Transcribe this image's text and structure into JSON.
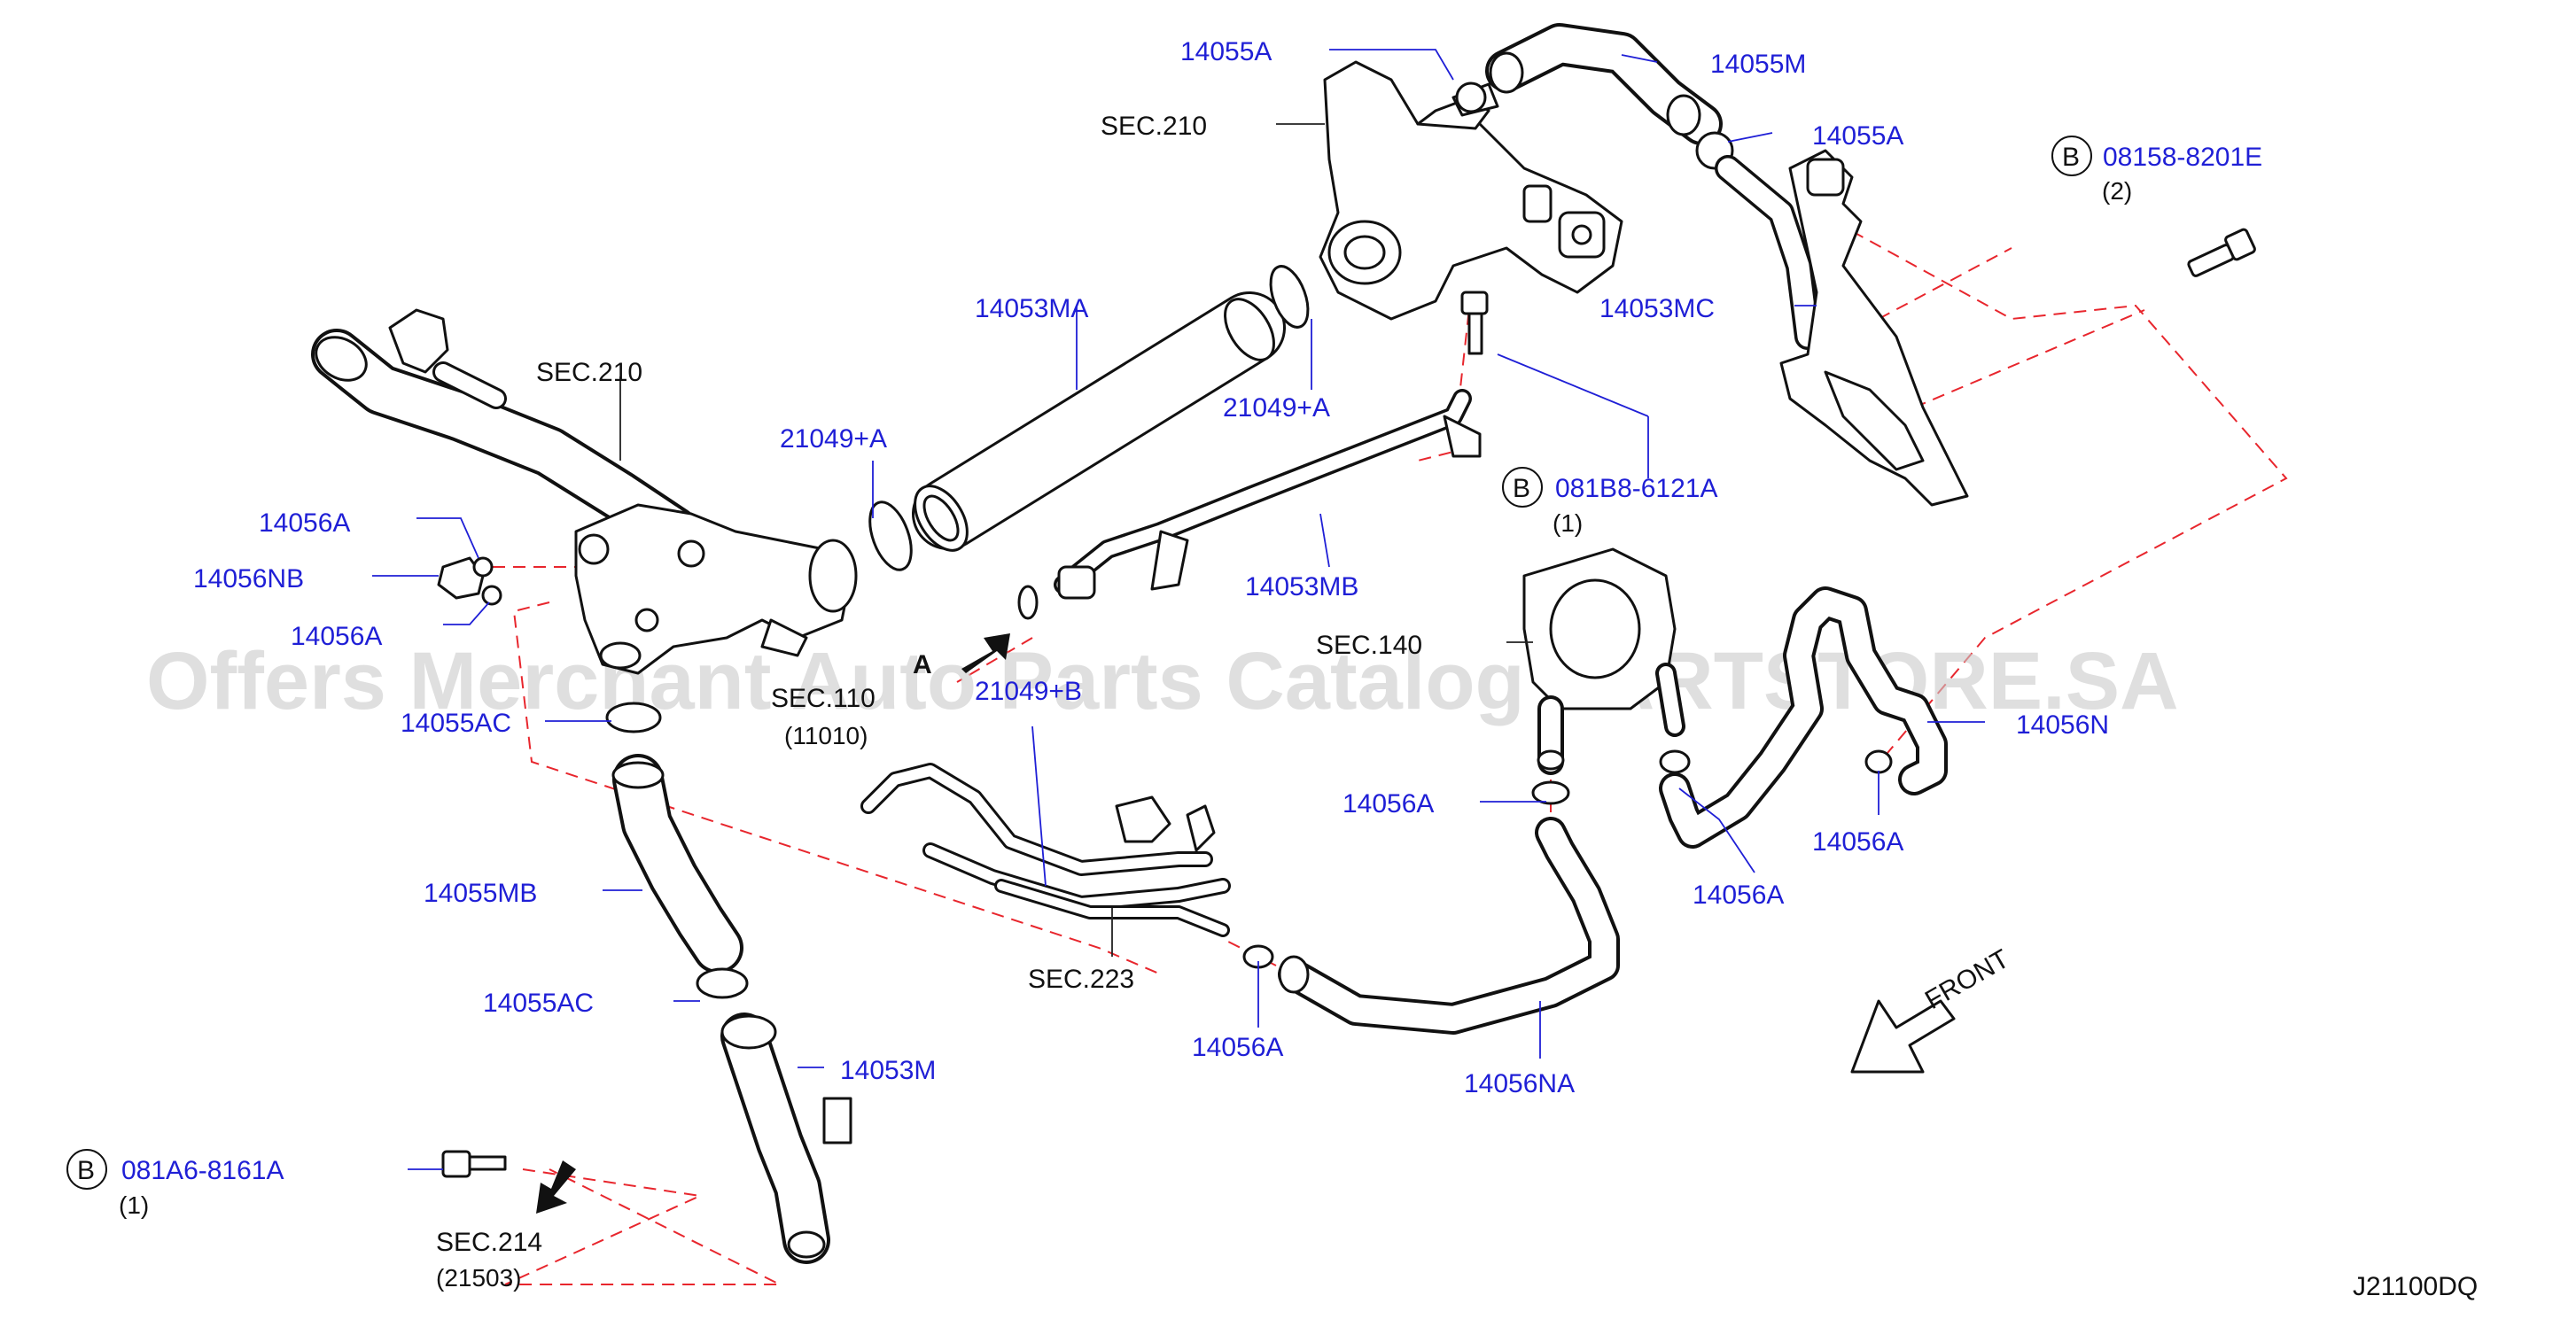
{
  "diagram_code": "J21100DQ",
  "watermark": "Offers Merchant Auto Parts Catalog PARTSTORE.SA",
  "front_label": "FRONT",
  "arrow_marker_label": "A",
  "bolt_labels": [
    {
      "circle": "B",
      "part": "08158-8201E",
      "qty": "(2)"
    },
    {
      "circle": "B",
      "part": "081B8-6121A",
      "qty": "(1)"
    },
    {
      "circle": "B",
      "part": "081A6-8161A",
      "qty": "(1)"
    }
  ],
  "part_labels": {
    "p14055A_top": "14055A",
    "p14055M": "14055M",
    "p14055A_right": "14055A",
    "p14053MC": "14053MC",
    "p14053MA": "14053MA",
    "p21049A_right": "21049+A",
    "p21049A_left": "21049+A",
    "p14053MB": "14053MB",
    "p14056A_1": "14056A",
    "p14056NB": "14056NB",
    "p14056A_2": "14056A",
    "p14055AC_1": "14055AC",
    "p2104B": "21049+B",
    "p14056N": "14056N",
    "p14056A_3": "14056A",
    "p14056A_4": "14056A",
    "p14056A_5": "14056A",
    "p14055MB": "14055MB",
    "p14055AC_2": "14055AC",
    "p14053M": "14053M",
    "p14056A_6": "14056A",
    "p14056NA": "14056NA"
  },
  "section_labels": {
    "sec210_top": "SEC.210",
    "sec210_left": "SEC.210",
    "sec110": "SEC.110",
    "sec110_sub": "(11010)",
    "sec140": "SEC.140",
    "sec223": "SEC.223",
    "sec214": "SEC.214",
    "sec214_sub": "(21503)"
  }
}
